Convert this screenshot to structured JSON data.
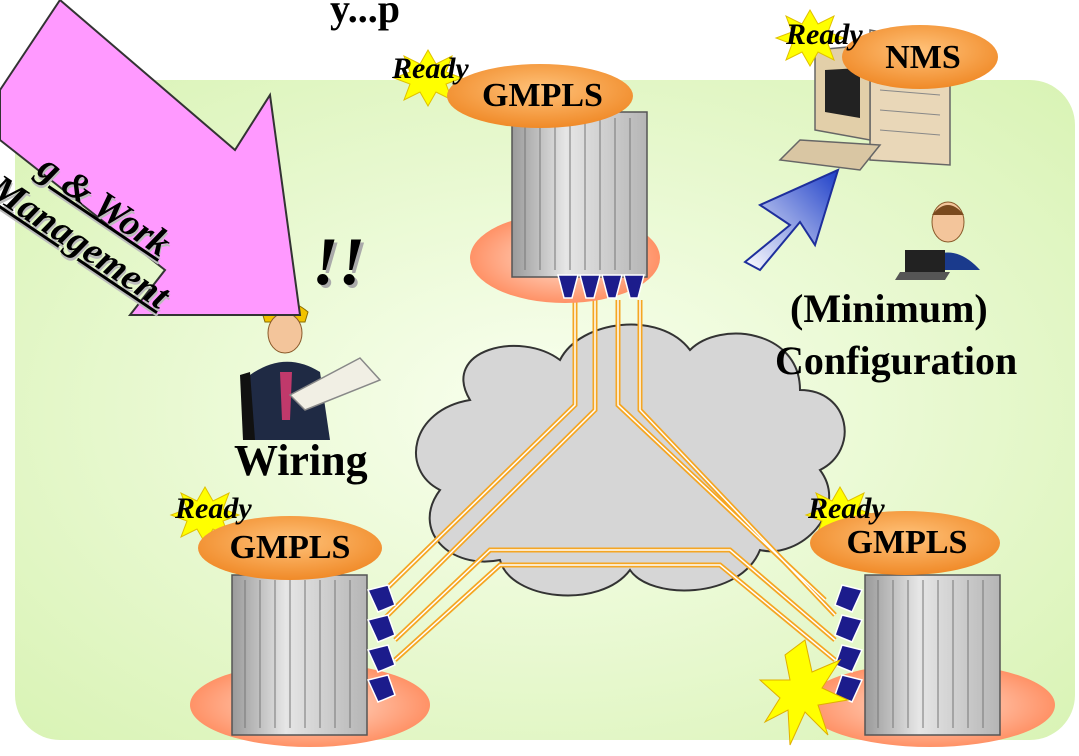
{
  "title_fragment": "...y ... p ...",
  "banner_arrow": {
    "line1": "g & Work",
    "line2": "Management"
  },
  "nodes": [
    {
      "id": "top",
      "badge": "Ready",
      "label": "GMPLS"
    },
    {
      "id": "bottom-left",
      "badge": "Ready",
      "label": "GMPLS"
    },
    {
      "id": "bottom-right",
      "badge": "Ready",
      "label": "GMPLS"
    }
  ],
  "nms": {
    "badge": "Ready",
    "label": "NMS"
  },
  "exclamation": "!!",
  "wiring_label": "Wiring",
  "configuration": {
    "line1": "(Minimum)",
    "line2": "Configuration"
  },
  "colors": {
    "background_panel": "#e8f8cc",
    "pill": "#f79a3d",
    "cable": "#f5a623",
    "port": "#1c1c8c",
    "cloud": "#d9d9d9",
    "banner_arrow": "#ff99ff",
    "starburst": "#ffff00",
    "base_ellipse": "#ff9966"
  }
}
